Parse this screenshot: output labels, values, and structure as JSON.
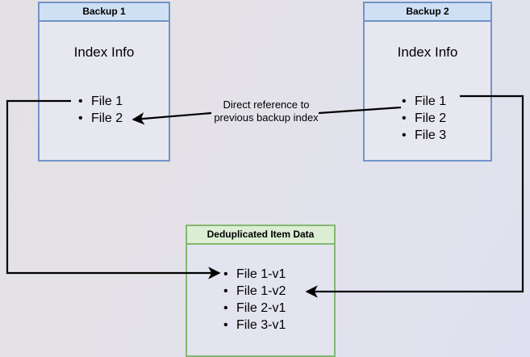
{
  "diagram": {
    "title_hidden": "",
    "colors": {
      "blue_border": "#7293c8",
      "blue_header": "#cfe0f4",
      "green_border": "#84b871",
      "green_header": "#dbeed3",
      "node_body": "#e7e7f0",
      "edge": "#000000",
      "background_start": "#e3e1e5",
      "background_end": "#dfe1f0"
    },
    "nodes": [
      {
        "id": "backup1",
        "header": "Backup 1",
        "subtitle": "Index Info",
        "items": [
          "File 1",
          "File 2"
        ]
      },
      {
        "id": "backup2",
        "header": "Backup 2",
        "subtitle": "Index Info",
        "items": [
          "File 1",
          "File 2",
          "File 3"
        ]
      },
      {
        "id": "dedup",
        "header": "Deduplicated Item Data",
        "subtitle": "",
        "items": [
          "File 1-v1",
          "File 1-v2",
          "File 2-v1",
          "File 3-v1"
        ]
      }
    ],
    "edge_labels": {
      "direct_reference": "Direct reference to\nprevious backup index"
    }
  }
}
